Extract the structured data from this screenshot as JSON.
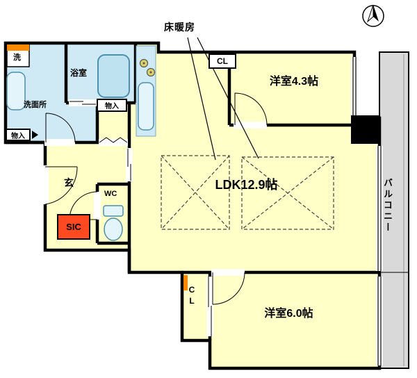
{
  "meta": {
    "type": "apartment-floor-plan"
  },
  "colors": {
    "room": "#ffffc8",
    "wet": "#cfeaf4",
    "fixture": "#bfe2f0",
    "balcony": "#d9d9d9",
    "wall": "#000000",
    "accent": "#ff4a21",
    "washer_accent": "#ff8a00"
  },
  "labels": {
    "floor_heating": "床暖房",
    "room_small": "洋室4.3帖",
    "ldk": "LDK12.9帖",
    "room_large": "洋室6.0帖",
    "balcony": "バルコニー",
    "closet_top": "CL",
    "closet_bottom": "CL",
    "storage_left": "物入",
    "storage_mid": "物入",
    "washroom": "洗面所",
    "bathroom": "浴室",
    "washer": "洗",
    "entrance": "玄",
    "wc": "WC",
    "shoe_closet": "SIC"
  }
}
